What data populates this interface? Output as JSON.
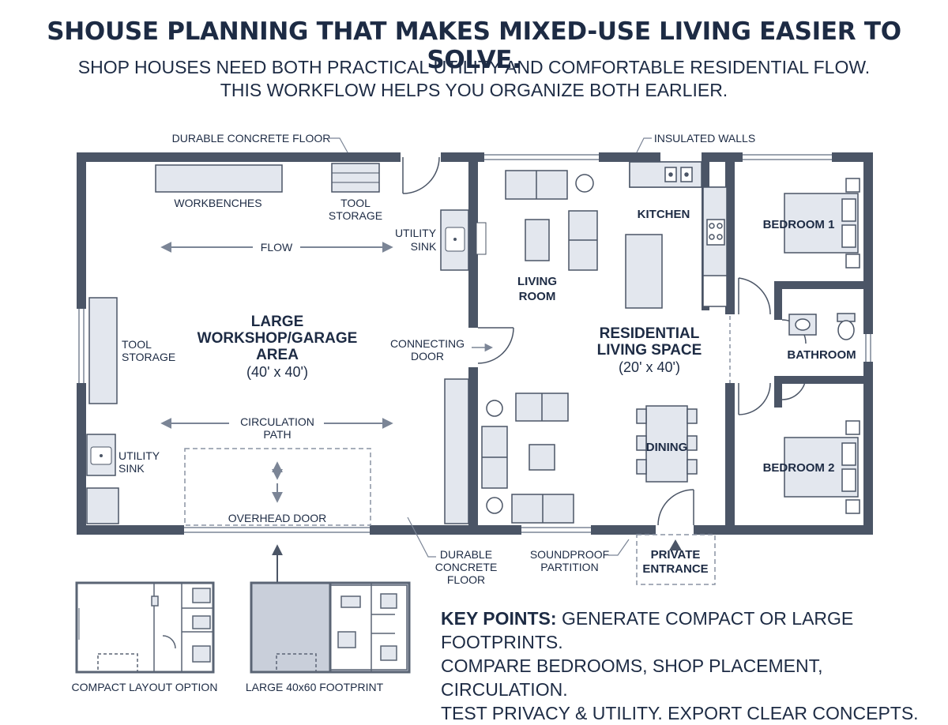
{
  "header": {
    "title": "SHOUSE PLANNING THAT MAKES MIXED-USE LIVING EASIER TO SOLVE.",
    "subtitle_line1": "SHOP HOUSES NEED BOTH PRACTICAL UTILITY AND COMFORTABLE RESIDENTIAL FLOW.",
    "subtitle_line2": "THIS WORKFLOW HELPS YOU ORGANIZE BOTH EARLIER."
  },
  "plan": {
    "callout_floor_top": "DURABLE CONCRETE FLOOR",
    "callout_walls": "INSULATED WALLS",
    "workbenches": "WORKBENCHES",
    "tool_storage_top_1": "TOOL",
    "tool_storage_top_2": "STORAGE",
    "flow": "FLOW",
    "utility_sink_top_1": "UTILITY",
    "utility_sink_top_2": "SINK",
    "workshop_1": "LARGE",
    "workshop_2": "WORKSHOP/GARAGE",
    "workshop_3": "AREA",
    "workshop_size": "(40' x 40')",
    "tool_storage_left_1": "TOOL",
    "tool_storage_left_2": "STORAGE",
    "connecting_door_1": "CONNECTING",
    "connecting_door_2": "DOOR",
    "circulation_1": "CIRCULATION",
    "circulation_2": "PATH",
    "utility_sink_left_1": "UTILITY",
    "utility_sink_left_2": "SINK",
    "overhead_door": "OVERHEAD DOOR",
    "living_room_1": "LIVING",
    "living_room_2": "ROOM",
    "kitchen": "KITCHEN",
    "residential_1": "RESIDENTIAL",
    "residential_2": "LIVING SPACE",
    "residential_size": "(20' x 40')",
    "dining": "DINING",
    "bedroom1": "BEDROOM 1",
    "bathroom": "BATHROOM",
    "bedroom2": "BEDROOM 2",
    "callout_floor_bottom_1": "DURABLE",
    "callout_floor_bottom_2": "CONCRETE",
    "callout_floor_bottom_3": "FLOOR",
    "soundproof_1": "SOUNDPROOF",
    "soundproof_2": "PARTITION",
    "private_entrance_1": "PRIVATE",
    "private_entrance_2": "ENTRANCE"
  },
  "thumbnails": {
    "compact": "COMPACT LAYOUT OPTION",
    "large": "LARGE 40x60 FOOTPRINT"
  },
  "key_points": {
    "heading": "KEY POINTS:",
    "line1": "GENERATE COMPACT OR LARGE FOOTPRINTS.",
    "line2": "COMPARE BEDROOMS, SHOP PLACEMENT, CIRCULATION.",
    "line3": "TEST PRIVACY & UTILITY. EXPORT CLEAR CONCEPTS."
  },
  "colors": {
    "wall": "#4b5566",
    "ink": "#1d2b44",
    "furniture_fill": "#e3e7ee",
    "shaded_thumb": "#c9cfda"
  }
}
